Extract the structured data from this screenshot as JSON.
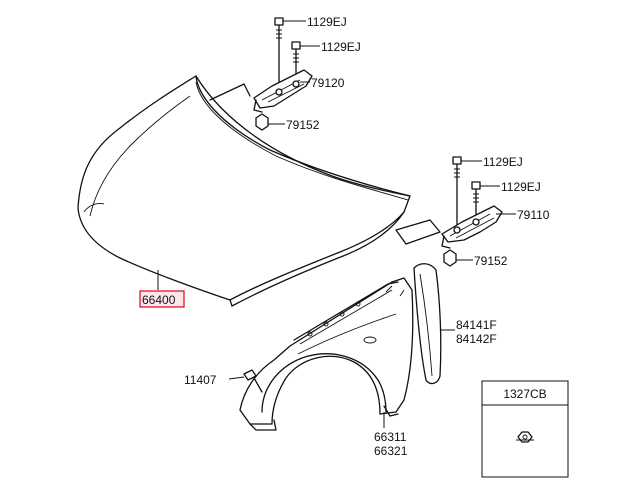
{
  "labels": {
    "hinge_bolt_upper_a": "1129EJ",
    "hinge_bolt_upper_b": "1129EJ",
    "hinge_left": "79120",
    "hinge_nut_left": "79152",
    "hinge_bolt_lower_a": "1129EJ",
    "hinge_bolt_lower_b": "1129EJ",
    "hinge_right": "79110",
    "hinge_nut_right": "79152",
    "hood": "66400",
    "fender_seal_line1": "84141F",
    "fender_seal_line2": "84142F",
    "fender_clip": "11407",
    "fender_line1": "66311",
    "fender_line2": "66321",
    "nut_box": "1327CB"
  },
  "colors": {
    "highlight": "#e0001b",
    "highlight_fill": "#fde6ea",
    "line": "#111111"
  }
}
